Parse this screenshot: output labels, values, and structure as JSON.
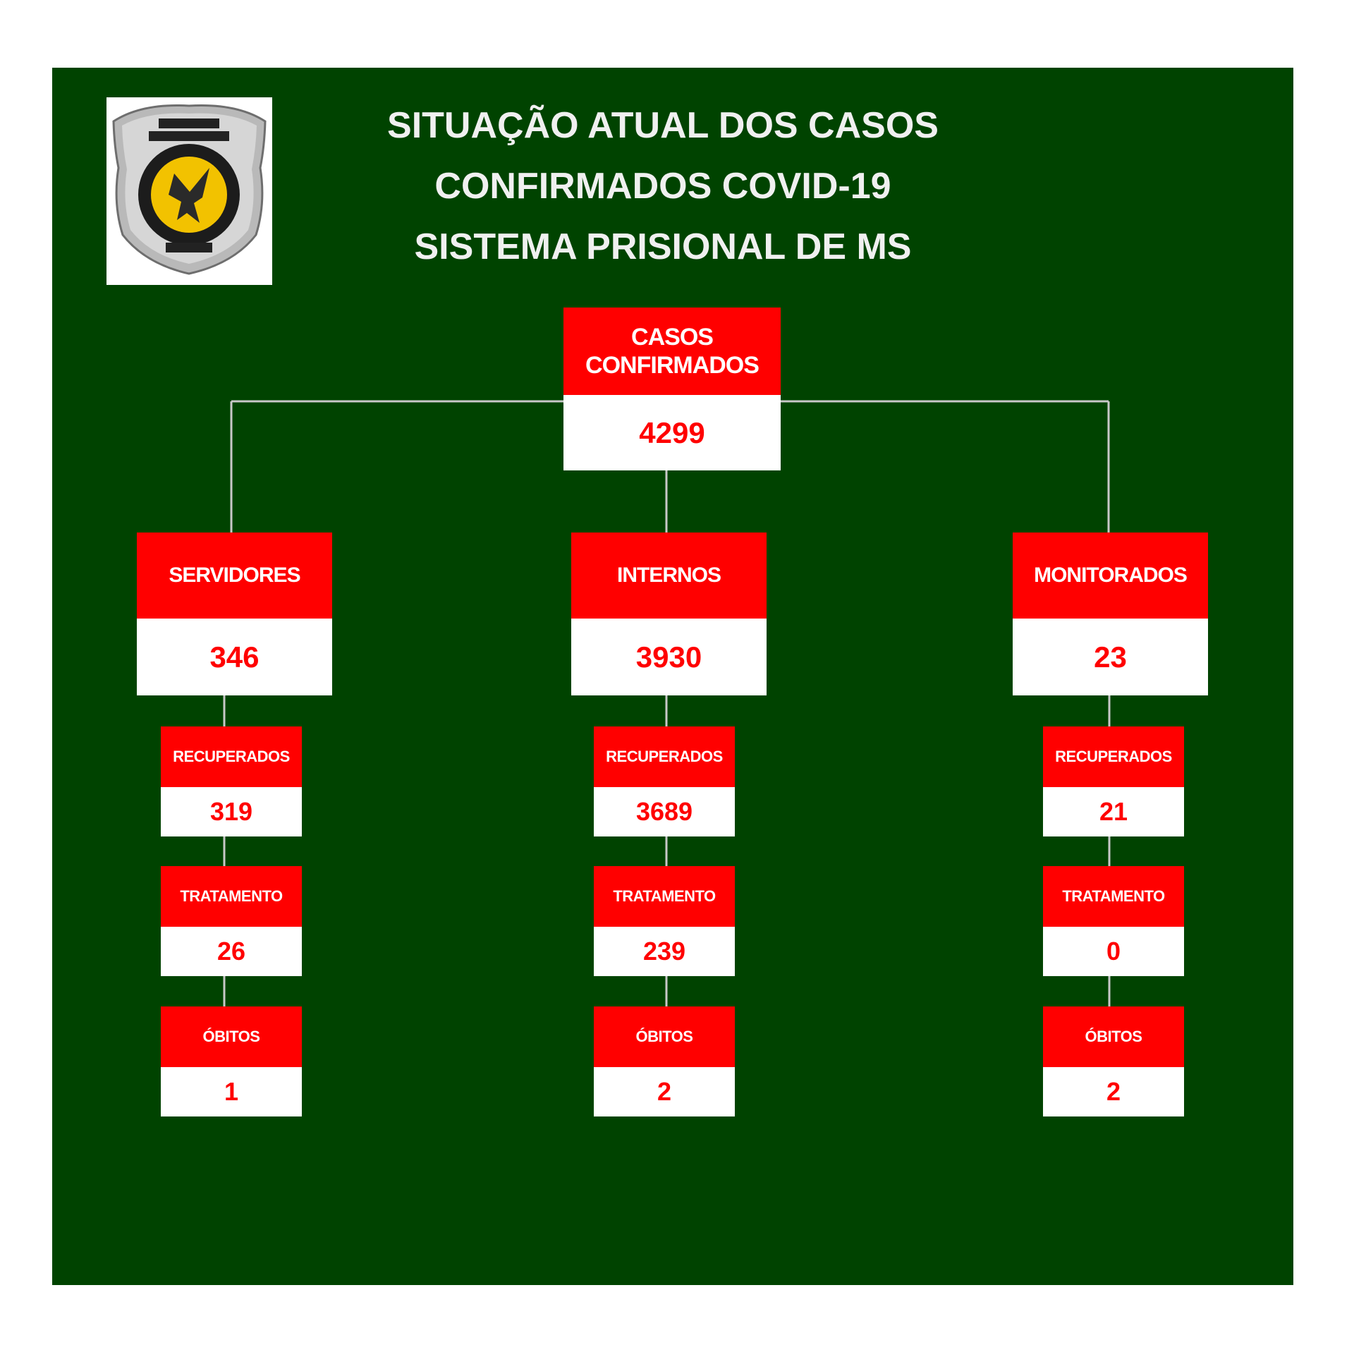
{
  "title": {
    "line1": "SITUAÇÃO ATUAL DOS CASOS",
    "line2": "CONFIRMADOS COVID-19",
    "line3": "SISTEMA PRISIONAL DE MS"
  },
  "root": {
    "label_line1": "CASOS",
    "label_line2": "CONFIRMADOS",
    "value": "4299"
  },
  "categories": [
    {
      "label": "SERVIDORES",
      "value": "346",
      "recuperados": {
        "label": "RECUPERADOS",
        "value": "319"
      },
      "tratamento": {
        "label": "TRATAMENTO",
        "value": "26"
      },
      "obitos": {
        "label": "ÓBITOS",
        "value": "1"
      }
    },
    {
      "label": "INTERNOS",
      "value": "3930",
      "recuperados": {
        "label": "RECUPERADOS",
        "value": "3689"
      },
      "tratamento": {
        "label": "TRATAMENTO",
        "value": "239"
      },
      "obitos": {
        "label": "ÓBITOS",
        "value": "2"
      }
    },
    {
      "label": "MONITORADOS",
      "value": "23",
      "recuperados": {
        "label": "RECUPERADOS",
        "value": "21"
      },
      "tratamento": {
        "label": "TRATAMENTO",
        "value": "0"
      },
      "obitos": {
        "label": "ÓBITOS",
        "value": "2"
      }
    }
  ],
  "colors": {
    "background": "#004300",
    "header_red": "#ff0000",
    "value_text": "#ff0000",
    "title_text": "#f0f0f0"
  },
  "logo_icon": "penitentiary-eagle-badge-icon"
}
